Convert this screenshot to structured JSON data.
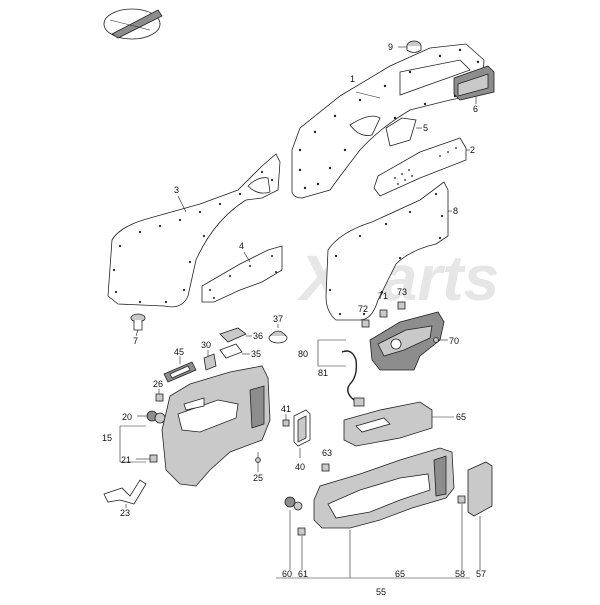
{
  "watermark": "Xparts",
  "callouts": {
    "c1": "1",
    "c2": "2",
    "c3": "3",
    "c4": "4",
    "c5": "5",
    "c6": "6",
    "c7": "7",
    "c8": "8",
    "c9": "9",
    "c15": "15",
    "c20": "20",
    "c21": "21",
    "c23": "23",
    "c25": "25",
    "c26": "26",
    "c30": "30",
    "c35": "35",
    "c36": "36",
    "c37": "37",
    "c40": "40",
    "c41": "41",
    "c45": "45",
    "c55": "55",
    "c57": "57",
    "c58": "58",
    "c60": "60",
    "c61": "61",
    "c63": "63",
    "c65a": "65",
    "c65b": "65",
    "c70": "70",
    "c71": "71",
    "c72": "72",
    "c73": "73",
    "c80": "80",
    "c81": "81"
  }
}
